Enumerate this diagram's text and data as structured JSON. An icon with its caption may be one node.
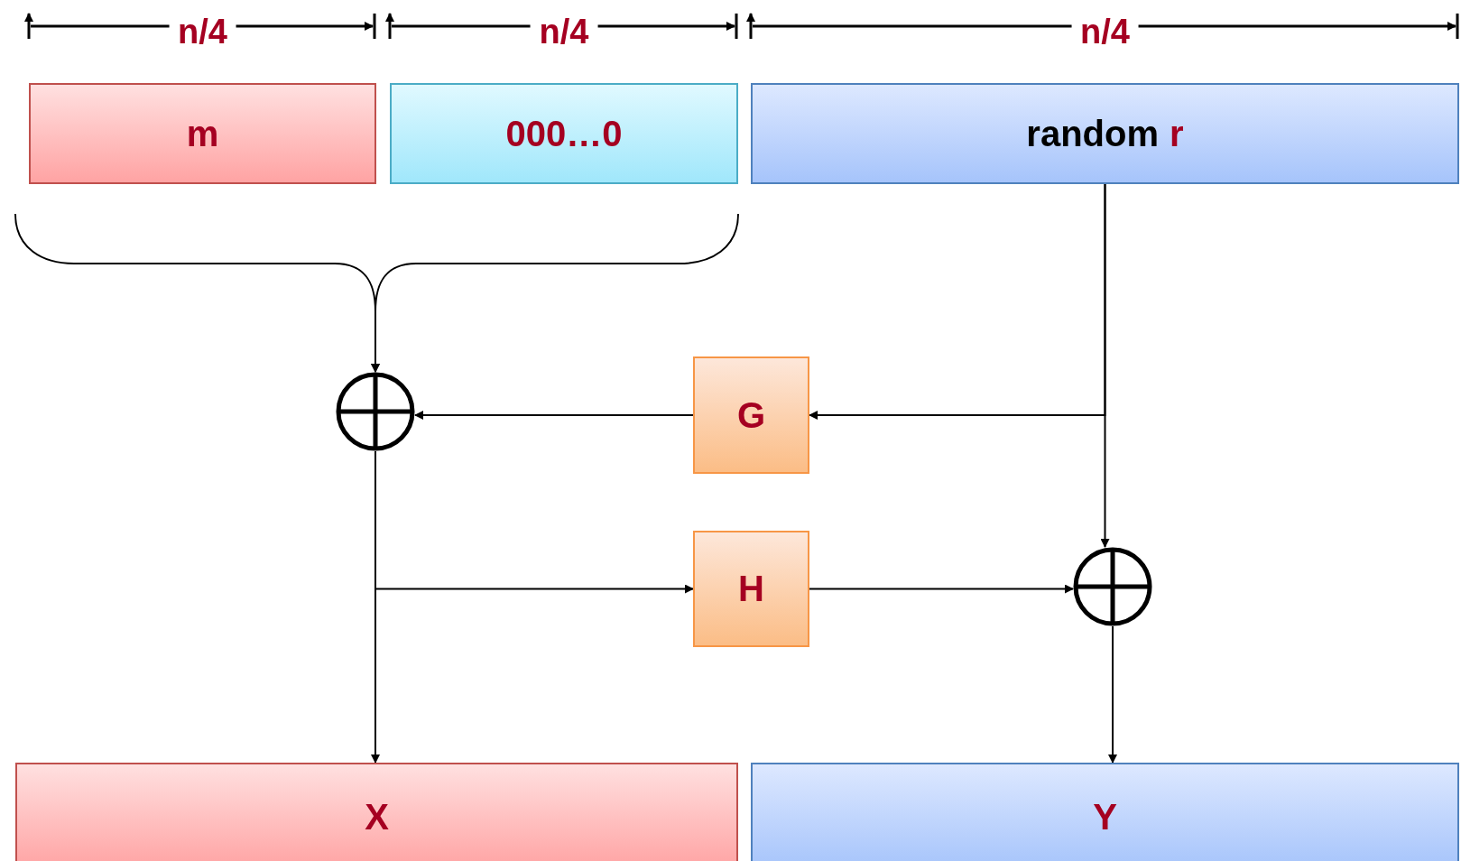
{
  "diagram": {
    "nodes": [
      {
        "text": [
          "m"
        ]
      },
      {
        "text": [
          "000…0"
        ]
      },
      {
        "text": [
          "random",
          "r"
        ]
      },
      {
        "text": [],
        "shape": "circle"
      },
      {
        "text": [
          "G"
        ]
      },
      {
        "text": [
          "H"
        ]
      },
      {
        "text": [],
        "shape": "circle"
      },
      {
        "text": [
          "X"
        ]
      },
      {
        "text": [
          "Y"
        ]
      }
    ],
    "edges": [
      {
        "from": 0,
        "to": 3,
        "arrow": "to"
      },
      {
        "from": 1,
        "to": 3,
        "arrow": "to"
      },
      {
        "from": 2,
        "to": 4,
        "arrow": "to"
      },
      {
        "from": 2,
        "to": 6,
        "arrow": "to"
      },
      {
        "from": 4,
        "to": 3,
        "arrow": "to"
      },
      {
        "from": 3,
        "to": 7,
        "arrow": "to"
      },
      {
        "from": 3,
        "to": 5,
        "arrow": "to"
      },
      {
        "from": 5,
        "to": 6,
        "arrow": "to"
      },
      {
        "from": 6,
        "to": 8,
        "arrow": "to"
      }
    ],
    "labels": [
      "n/4",
      "n/4",
      "n/4"
    ]
  }
}
